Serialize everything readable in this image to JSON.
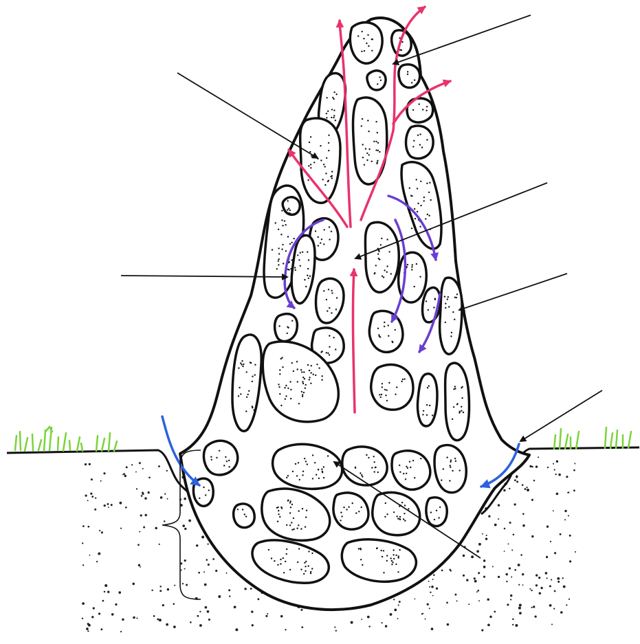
{
  "diagram": {
    "colors": {
      "outline": "#111111",
      "hot_air": "#e8336b",
      "cool_air": "#6a3fd1",
      "intake_air": "#2b62e0",
      "grass": "#79d43a",
      "soil_dots": "#222222"
    },
    "label_pointers": [
      "top-vent-pointer",
      "upper-wall-cell-pointer",
      "central-chimney-pointer",
      "side-channel-pointer",
      "outer-wall-pointer",
      "ground-intake-pointer",
      "nest-chamber-pointer"
    ],
    "underground_bracket": "underground-depth-brace"
  }
}
